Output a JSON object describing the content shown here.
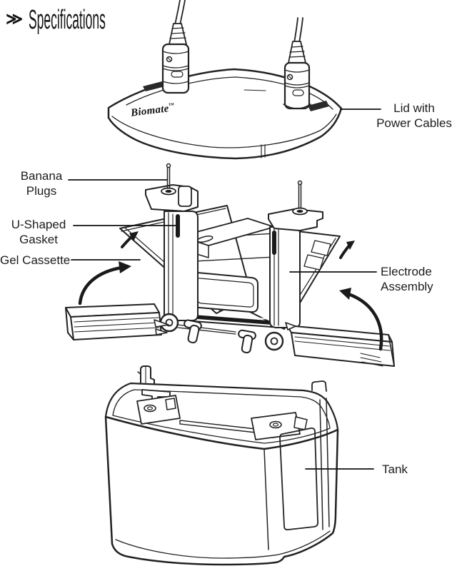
{
  "page": {
    "title": "Specifications",
    "title_icon": "≫"
  },
  "diagram": {
    "product_name": "Biomate",
    "trademark": "™",
    "labels": {
      "lid_line1": "Lid with",
      "lid_line2": "Power Cables",
      "banana_line1": "Banana",
      "banana_line2": "Plugs",
      "gasket_line1": "U-Shaped",
      "gasket_line2": "Gasket",
      "gel": "Gel Cassette",
      "electrode_line1": "Electrode",
      "electrode_line2": "Assembly",
      "tank": "Tank"
    },
    "colors": {
      "line": "#222222",
      "background": "#ffffff",
      "text": "#1c1c1c"
    }
  }
}
